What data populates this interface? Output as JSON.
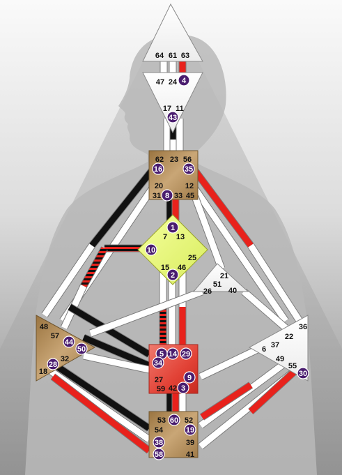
{
  "colors": {
    "background_top": "#f7f7f7",
    "background_bottom": "#8d8d8d",
    "silhouette": "#bdbdbd",
    "undefined_center": "#ffffff",
    "channel_white": "#ffffff",
    "design_red": "#e8221c",
    "personality_black": "#111111",
    "activation_badge": "#4a1d6f",
    "head_center": "#ffffff",
    "ajna_center": "#ffffff",
    "throat_center": "#b8935f",
    "g_center": "#e9f78a",
    "heart_center": "#ffffff",
    "spleen_center": "#b8935f",
    "solar_plexus_center": "#ffffff",
    "sacral_center": "#e8443a",
    "root_center": "#b8935f"
  },
  "centers": {
    "head": {
      "gates": [
        "64",
        "61",
        "63"
      ]
    },
    "ajna": {
      "gates": [
        "47",
        "24",
        "4",
        "17",
        "11",
        "43"
      ]
    },
    "throat": {
      "gates": [
        "62",
        "23",
        "56",
        "16",
        "35",
        "20",
        "12",
        "31",
        "8",
        "33",
        "45"
      ]
    },
    "g": {
      "gates": [
        "1",
        "7",
        "13",
        "10",
        "25",
        "15",
        "46",
        "2"
      ]
    },
    "heart": {
      "gates": [
        "21",
        "51",
        "26",
        "40"
      ]
    },
    "spleen": {
      "gates": [
        "48",
        "57",
        "44",
        "50",
        "32",
        "28",
        "18"
      ]
    },
    "sacral": {
      "gates": [
        "5",
        "14",
        "29",
        "34",
        "27",
        "59",
        "42",
        "3",
        "9"
      ]
    },
    "solar_plexus": {
      "gates": [
        "36",
        "22",
        "37",
        "6",
        "49",
        "55",
        "30"
      ]
    },
    "root": {
      "gates": [
        "53",
        "60",
        "52",
        "54",
        "19",
        "38",
        "39",
        "58",
        "41"
      ]
    }
  },
  "activated_gates": [
    "4",
    "43",
    "16",
    "35",
    "8",
    "1",
    "10",
    "2",
    "44",
    "50",
    "28",
    "5",
    "14",
    "29",
    "34",
    "3",
    "9",
    "30",
    "60",
    "19",
    "38",
    "58"
  ]
}
